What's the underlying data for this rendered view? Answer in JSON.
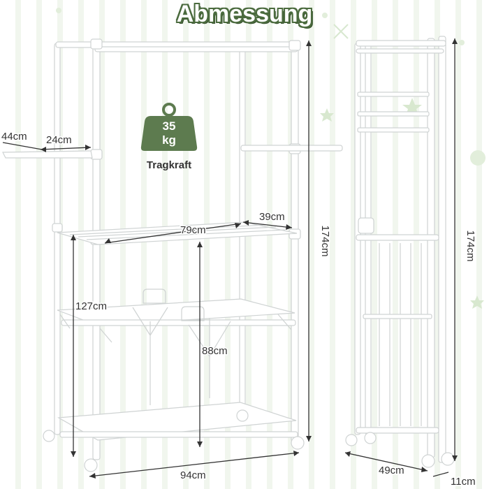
{
  "title": "Abmessung",
  "colors": {
    "accent": "#5d7b4f",
    "frame": "#ffffff",
    "dimension_line": "#333333"
  },
  "weight_badge": {
    "value": "35",
    "unit": "kg",
    "label": "Tragkraft",
    "icon": "weight-icon"
  },
  "dimensions": {
    "side_shelf_depth": "44cm",
    "side_shelf_width": "24cm",
    "top_shelf_width": "39cm",
    "middle_shelf_width": "79cm",
    "total_height_front": "174cm",
    "shelf_height": "127cm",
    "lower_height": "88cm",
    "total_width": "94cm",
    "total_height_side": "174cm",
    "folded_depth": "49cm",
    "folded_thickness": "11cm"
  }
}
